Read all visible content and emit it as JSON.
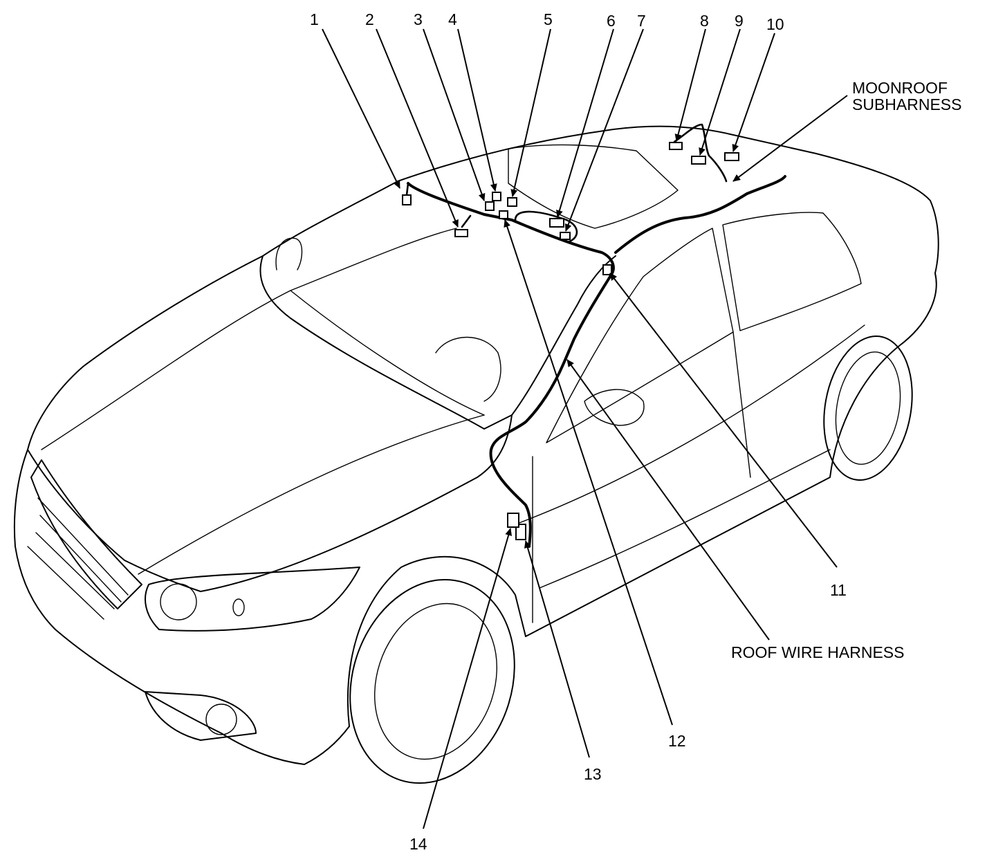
{
  "callouts": [
    "1",
    "2",
    "3",
    "4",
    "5",
    "6",
    "7",
    "8",
    "9",
    "10",
    "11",
    "12",
    "13",
    "14"
  ],
  "labels": {
    "moonroof_line1": "MOONROOF",
    "moonroof_line2": "SUBHARNESS",
    "roof_wire_harness": "ROOF WIRE HARNESS"
  }
}
